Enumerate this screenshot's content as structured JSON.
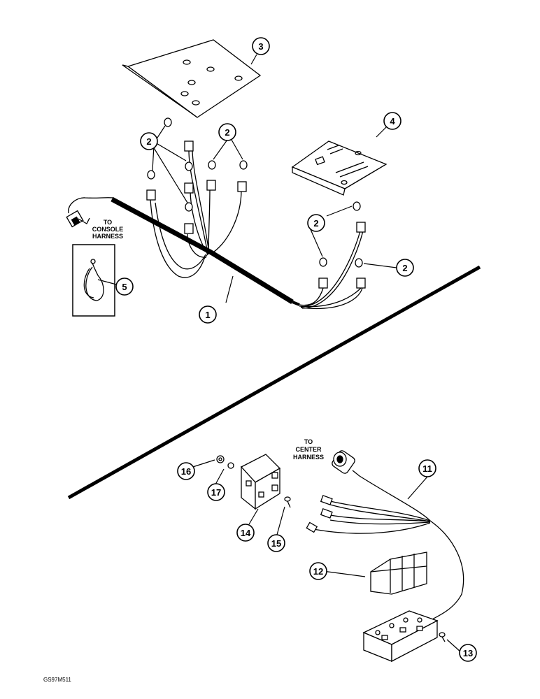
{
  "callouts": [
    "1",
    "2",
    "2",
    "2",
    "2",
    "3",
    "4",
    "5",
    "11",
    "12",
    "13",
    "14",
    "15",
    "16",
    "17"
  ],
  "labels": {
    "console_to": "TO",
    "console_name": "CONSOLE",
    "console_harness": "HARNESS",
    "center_to": "TO",
    "center_name": "CENTER",
    "center_harness": "HARNESS"
  },
  "figure_code": "GS97M511"
}
